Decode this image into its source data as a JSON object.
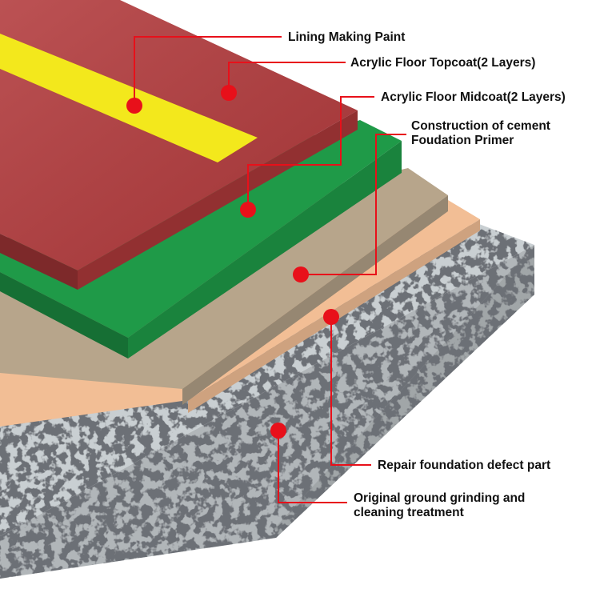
{
  "colors": {
    "background": "#ffffff",
    "leader": "#e8101a",
    "topcoat": "#b23a3c",
    "lining": "#f3e81c",
    "midcoat": "#1f9a48",
    "primer": "#b7a58b",
    "repair": "#f2be95",
    "ground": "#c9cfd2"
  },
  "layers": [
    {
      "key": "lining",
      "label_lines": [
        "Lining Making Paint"
      ]
    },
    {
      "key": "topcoat",
      "label_lines": [
        "Acrylic Floor Topcoat(2 Layers)"
      ]
    },
    {
      "key": "midcoat",
      "label_lines": [
        "Acrylic Floor Midcoat(2 Layers)"
      ]
    },
    {
      "key": "primer",
      "label_lines": [
        "Construction of cement",
        "Foudation Primer"
      ]
    },
    {
      "key": "repair",
      "label_lines": [
        "Repair foundation defect part"
      ]
    },
    {
      "key": "ground",
      "label_lines": [
        "Original ground grinding and",
        "cleaning treatment"
      ]
    }
  ]
}
